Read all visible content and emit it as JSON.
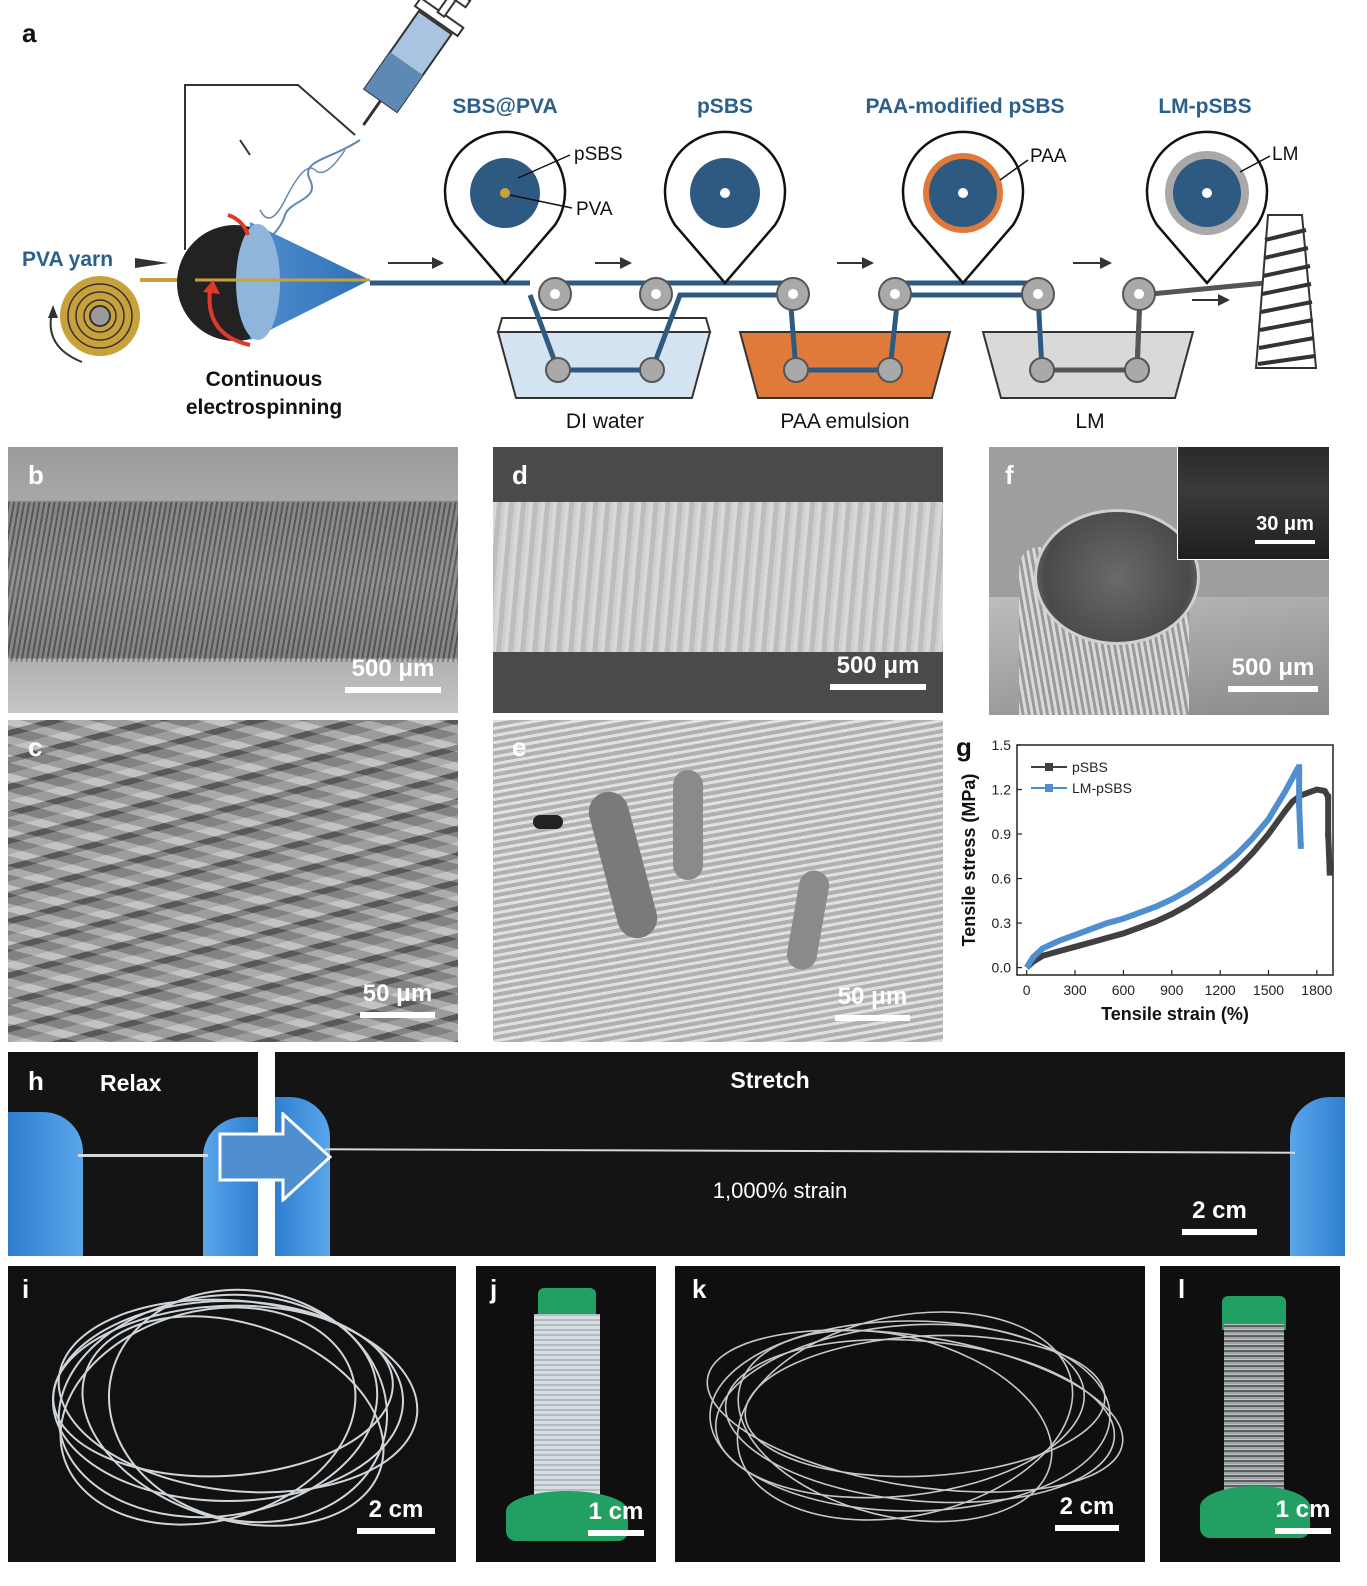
{
  "panel_labels": {
    "a": "a",
    "b": "b",
    "c": "c",
    "d": "d",
    "e": "e",
    "f": "f",
    "g": "g",
    "h": "h",
    "i": "i",
    "j": "j",
    "k": "k",
    "l": "l"
  },
  "schematic": {
    "input_label": "PVA yarn",
    "process_label_line1": "Continuous",
    "process_label_line2": "electrospinning",
    "stages": [
      {
        "title": "SBS@PVA",
        "callouts": [
          "pSBS",
          "PVA"
        ]
      },
      {
        "title": "pSBS",
        "callouts": []
      },
      {
        "title": "PAA-modified pSBS",
        "callouts": [
          "PAA"
        ]
      },
      {
        "title": "LM-pSBS",
        "callouts": [
          "LM"
        ]
      }
    ],
    "baths": [
      "DI water",
      "PAA emulsion",
      "LM"
    ],
    "colors": {
      "core": "#2e5a82",
      "paa": "#e07a3a",
      "lm": "#a9a9a9",
      "water": "#d3e3f1",
      "paa_bath": "#e07a3a",
      "lm_bath": "#d9d9d9",
      "yarn": "#c9a13b"
    }
  },
  "scale_bars": {
    "b": "500 μm",
    "c": "50 μm",
    "d": "500 μm",
    "e": "50 μm",
    "f_main": "500 μm",
    "f_inset": "30 μm",
    "h": "2 cm",
    "i": "2 cm",
    "j": "1 cm",
    "k": "2 cm",
    "l": "1 cm"
  },
  "photo_text": {
    "relax": "Relax",
    "stretch": "Stretch",
    "strain": "1,000% strain"
  },
  "chart_data": {
    "type": "line",
    "xlabel": "Tensile strain (%)",
    "ylabel": "Tensile stress (MPa)",
    "xlim": [
      -60,
      1900
    ],
    "ylim": [
      -0.05,
      1.5
    ],
    "xticks": [
      0,
      300,
      600,
      900,
      1200,
      1500,
      1800
    ],
    "yticks": [
      0.0,
      0.3,
      0.6,
      0.9,
      1.2,
      1.5
    ],
    "ytick_labels": [
      "0.0",
      "0.3",
      "0.6",
      "0.9",
      "1.2",
      "1.5"
    ],
    "legend_position": "top-left",
    "series": [
      {
        "name": "pSBS",
        "color": "#404040",
        "x": [
          0,
          40,
          100,
          200,
          300,
          400,
          500,
          600,
          700,
          800,
          900,
          1000,
          1100,
          1200,
          1300,
          1400,
          1500,
          1600,
          1650,
          1700,
          1750,
          1800,
          1850,
          1870,
          1870,
          1880
        ],
        "y": [
          0,
          0.04,
          0.08,
          0.11,
          0.14,
          0.17,
          0.2,
          0.23,
          0.27,
          0.31,
          0.36,
          0.42,
          0.49,
          0.57,
          0.66,
          0.77,
          0.9,
          1.05,
          1.12,
          1.16,
          1.18,
          1.2,
          1.19,
          1.15,
          0.9,
          0.64
        ]
      },
      {
        "name": "LM-pSBS",
        "color": "#4f8fcf",
        "x": [
          0,
          40,
          100,
          200,
          300,
          400,
          500,
          600,
          700,
          800,
          900,
          1000,
          1100,
          1200,
          1300,
          1400,
          1500,
          1600,
          1650,
          1680,
          1690,
          1690,
          1700
        ],
        "y": [
          0,
          0.07,
          0.13,
          0.18,
          0.22,
          0.26,
          0.3,
          0.33,
          0.37,
          0.41,
          0.46,
          0.52,
          0.59,
          0.67,
          0.76,
          0.87,
          1.0,
          1.18,
          1.28,
          1.34,
          1.35,
          1.1,
          0.82
        ]
      }
    ]
  }
}
